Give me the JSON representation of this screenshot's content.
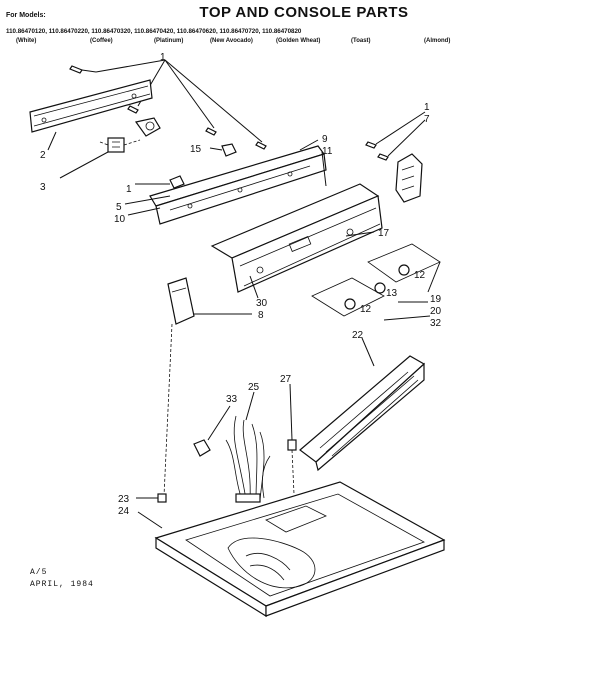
{
  "title": "TOP AND CONSOLE PARTS",
  "for_models_label": "For Models:",
  "models": [
    "110.86470120",
    "110.86470220",
    "110.86470320",
    "110.86470420",
    "110.86470620",
    "110.86470720",
    "110.86470820"
  ],
  "colors": [
    "(White)",
    "(Coffee)",
    "(Platinum)",
    "(New  Avocado)",
    "(Golden Wheat)",
    "(Toast)",
    "(Almond)"
  ],
  "callouts": {
    "c1a": "1",
    "c7": "7",
    "c9": "9",
    "c11": "11",
    "c2": "2",
    "c3": "3",
    "c15": "15",
    "c1b": "1",
    "c5": "5",
    "c10": "10",
    "c17": "17",
    "c12a": "12",
    "c13": "13",
    "c19": "19",
    "c12b": "12",
    "c20": "20",
    "c30": "30",
    "c8": "8",
    "c32": "32",
    "c22": "22",
    "c25": "25",
    "c27": "27",
    "c33": "33",
    "c23": "23",
    "c24": "24",
    "c1top": "1"
  },
  "footer": {
    "code": "A/5",
    "date": "APRIL,  1984"
  }
}
